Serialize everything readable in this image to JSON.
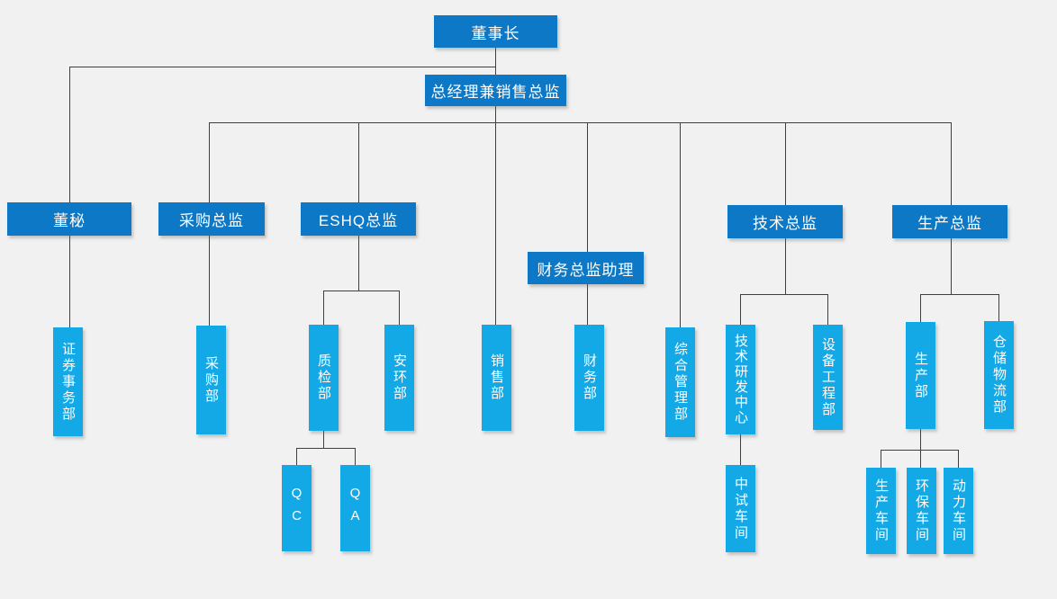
{
  "colors": {
    "background": "#f1f1f2",
    "node_primary": "#0d78c6",
    "node_secondary": "#13a9e6",
    "connector": "#3f3f3f",
    "node_text": "#ffffff"
  },
  "nodes": {
    "chairman": "董事长",
    "gm_sales_director": "总经理兼销售总监",
    "board_secretary": "董秘",
    "procurement_director": "采购总监",
    "eshq_director": "ESHQ总监",
    "finance_director_assistant": "财务总监助理",
    "tech_director": "技术总监",
    "production_director": "生产总监",
    "securities_affairs_dept": "证券事务部",
    "procurement_dept": "采购部",
    "quality_inspection_dept": "质检部",
    "safety_env_dept": "安环部",
    "sales_dept": "销售部",
    "finance_dept": "财务部",
    "general_management_dept": "综合管理部",
    "tech_rd_center": "技术研发中心",
    "equipment_engineering_dept": "设备工程部",
    "production_dept": "生产部",
    "warehouse_logistics_dept": "仓储物流部",
    "qc": "QC",
    "qa": "QA",
    "pilot_workshop": "中试车间",
    "production_workshop": "生产车间",
    "env_protection_workshop": "环保车间",
    "power_workshop": "动力车间"
  },
  "hierarchy": {
    "chairman": [
      "gm_sales_director",
      "board_secretary"
    ],
    "gm_sales_director": [
      "procurement_director",
      "eshq_director",
      "sales_dept",
      "finance_director_assistant",
      "general_management_dept",
      "tech_director",
      "production_director"
    ],
    "board_secretary": [
      "securities_affairs_dept"
    ],
    "procurement_director": [
      "procurement_dept"
    ],
    "eshq_director": [
      "quality_inspection_dept",
      "safety_env_dept"
    ],
    "finance_director_assistant": [
      "finance_dept"
    ],
    "tech_director": [
      "tech_rd_center",
      "equipment_engineering_dept"
    ],
    "production_director": [
      "production_dept",
      "warehouse_logistics_dept"
    ],
    "quality_inspection_dept": [
      "qc",
      "qa"
    ],
    "tech_rd_center": [
      "pilot_workshop"
    ],
    "production_dept": [
      "production_workshop",
      "env_protection_workshop",
      "power_workshop"
    ]
  }
}
